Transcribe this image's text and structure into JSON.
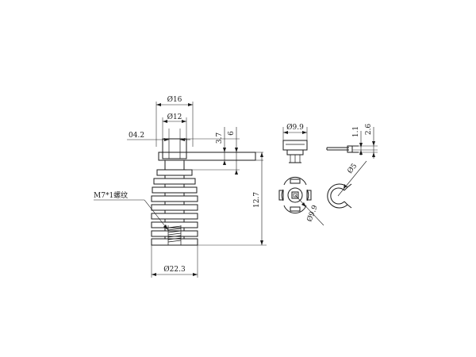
{
  "dimensions": {
    "outer_top_width": "Ø16",
    "inner_top_width": "Ø12",
    "left_offset": "04.2",
    "height_small_a": "3.7",
    "height_small_b": "6",
    "overall_height": "12.7",
    "base_width": "Ø22.3",
    "thread_note": "M7*1螺纹",
    "cap_width": "Ø9.9",
    "clip_thickness_a": "1.1",
    "clip_thickness_b": "2.6",
    "clip_diameter": "Ø5",
    "ring_diameter": "Ø9.9"
  }
}
